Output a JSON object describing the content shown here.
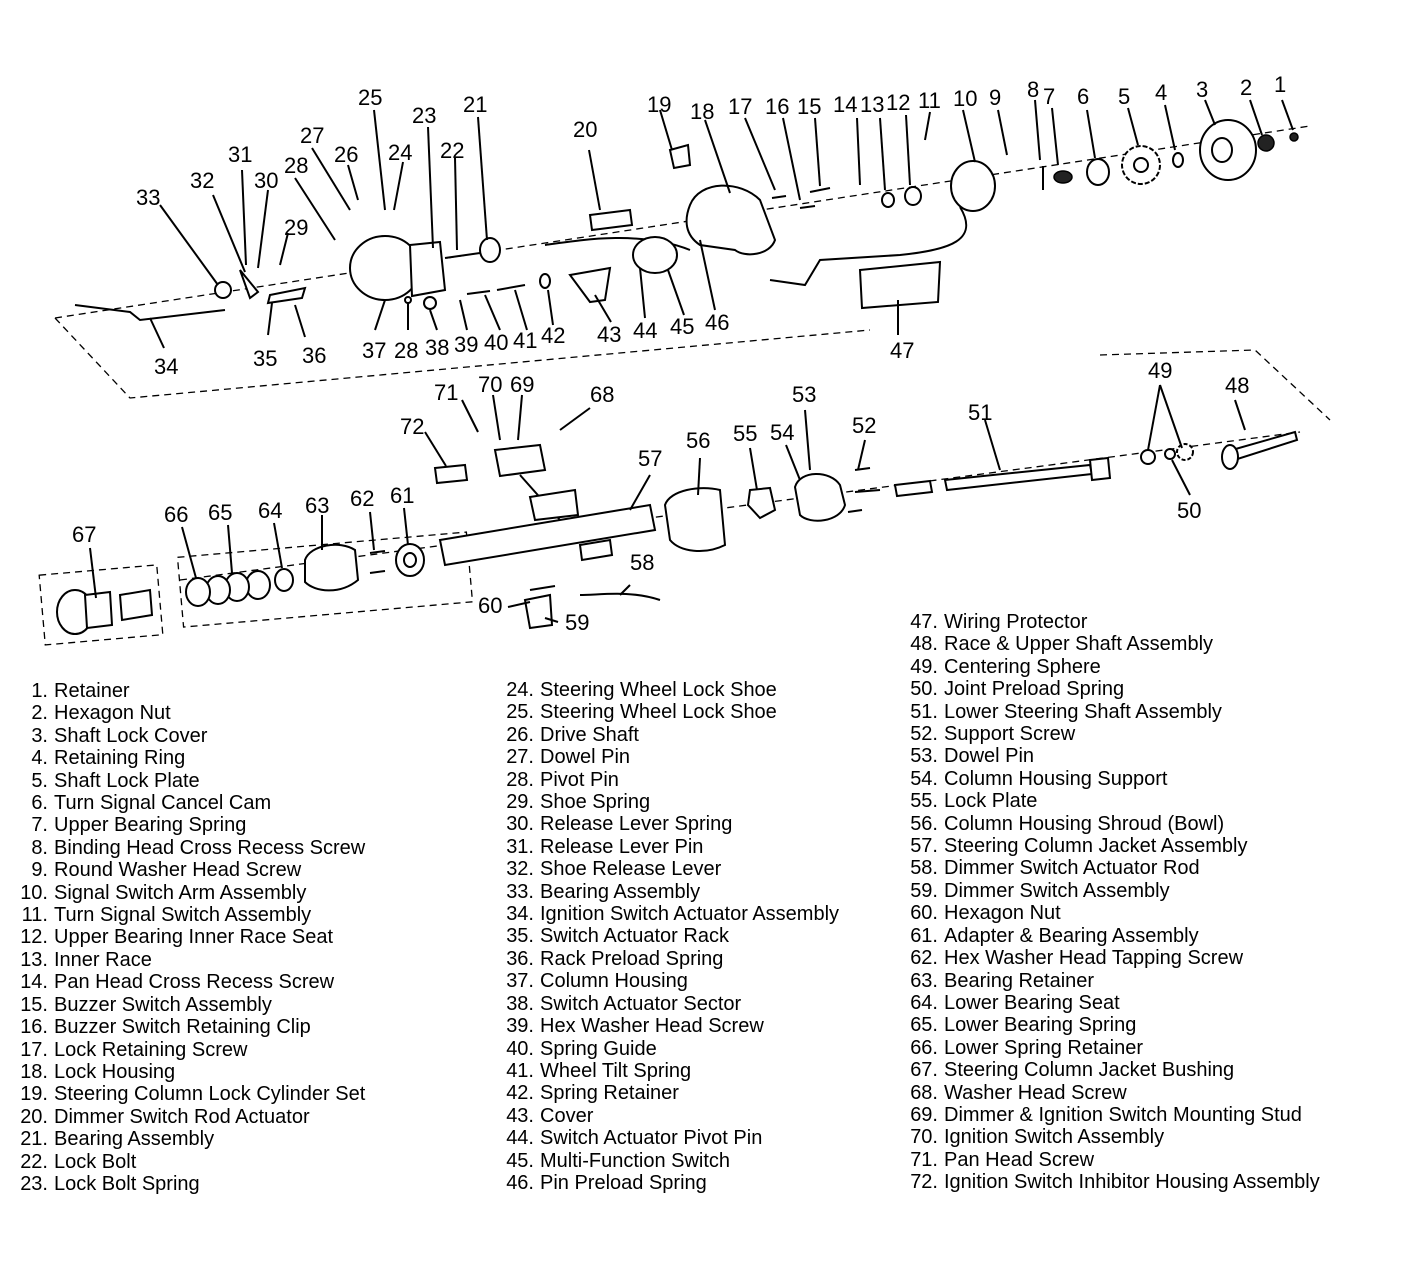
{
  "diagram": {
    "callouts": [
      "1",
      "2",
      "3",
      "4",
      "5",
      "6",
      "7",
      "8",
      "9",
      "10",
      "11",
      "12",
      "13",
      "14",
      "15",
      "16",
      "17",
      "18",
      "19",
      "20",
      "21",
      "22",
      "23",
      "24",
      "25",
      "26",
      "27",
      "28",
      "29",
      "30",
      "31",
      "32",
      "33",
      "34",
      "35",
      "36",
      "37",
      "28",
      "38",
      "39",
      "40",
      "41",
      "42",
      "43",
      "44",
      "45",
      "46",
      "47",
      "48",
      "49",
      "50",
      "51",
      "52",
      "53",
      "54",
      "55",
      "56",
      "57",
      "58",
      "59",
      "60",
      "61",
      "62",
      "63",
      "64",
      "65",
      "66",
      "67",
      "68",
      "69",
      "70",
      "71",
      "72"
    ]
  },
  "legend": [
    [
      {
        "num": "1.",
        "label": "Retainer"
      },
      {
        "num": "2.",
        "label": "Hexagon Nut"
      },
      {
        "num": "3.",
        "label": "Shaft Lock Cover"
      },
      {
        "num": "4.",
        "label": "Retaining Ring"
      },
      {
        "num": "5.",
        "label": "Shaft Lock Plate"
      },
      {
        "num": "6.",
        "label": "Turn Signal Cancel Cam"
      },
      {
        "num": "7.",
        "label": "Upper Bearing Spring"
      },
      {
        "num": "8.",
        "label": "Binding Head Cross Recess Screw"
      },
      {
        "num": "9.",
        "label": "Round Washer Head Screw"
      },
      {
        "num": "10.",
        "label": "Signal Switch Arm Assembly"
      },
      {
        "num": "11.",
        "label": "Turn Signal Switch Assembly"
      },
      {
        "num": "12.",
        "label": "Upper Bearing Inner Race Seat"
      },
      {
        "num": "13.",
        "label": "Inner Race"
      },
      {
        "num": "14.",
        "label": "Pan Head Cross Recess Screw"
      },
      {
        "num": "15.",
        "label": "Buzzer Switch Assembly"
      },
      {
        "num": "16.",
        "label": "Buzzer Switch Retaining Clip"
      },
      {
        "num": "17.",
        "label": "Lock Retaining Screw"
      },
      {
        "num": "18.",
        "label": "Lock Housing"
      },
      {
        "num": "19.",
        "label": "Steering Column Lock Cylinder Set"
      },
      {
        "num": "20.",
        "label": "Dimmer Switch Rod Actuator"
      },
      {
        "num": "21.",
        "label": "Bearing Assembly"
      },
      {
        "num": "22.",
        "label": "Lock Bolt"
      },
      {
        "num": "23.",
        "label": "Lock Bolt Spring"
      }
    ],
    [
      {
        "num": "24.",
        "label": "Steering Wheel Lock Shoe"
      },
      {
        "num": "25.",
        "label": "Steering Wheel Lock Shoe"
      },
      {
        "num": "26.",
        "label": "Drive Shaft"
      },
      {
        "num": "27.",
        "label": "Dowel Pin"
      },
      {
        "num": "28.",
        "label": "Pivot Pin"
      },
      {
        "num": "29.",
        "label": "Shoe Spring"
      },
      {
        "num": "30.",
        "label": "Release Lever Spring"
      },
      {
        "num": "31.",
        "label": "Release Lever Pin"
      },
      {
        "num": "32.",
        "label": "Shoe Release Lever"
      },
      {
        "num": "33.",
        "label": "Bearing Assembly"
      },
      {
        "num": "34.",
        "label": "Ignition Switch Actuator Assembly"
      },
      {
        "num": "35.",
        "label": "Switch Actuator Rack"
      },
      {
        "num": "36.",
        "label": "Rack Preload Spring"
      },
      {
        "num": "37.",
        "label": "Column Housing"
      },
      {
        "num": "38.",
        "label": "Switch Actuator Sector"
      },
      {
        "num": "39.",
        "label": "Hex Washer Head Screw"
      },
      {
        "num": "40.",
        "label": "Spring Guide"
      },
      {
        "num": "41.",
        "label": "Wheel Tilt Spring"
      },
      {
        "num": "42.",
        "label": "Spring Retainer"
      },
      {
        "num": "43.",
        "label": "Cover"
      },
      {
        "num": "44.",
        "label": "Switch Actuator Pivot Pin"
      },
      {
        "num": "45.",
        "label": "Multi-Function Switch"
      },
      {
        "num": "46.",
        "label": "Pin Preload Spring"
      }
    ],
    [
      {
        "num": "47.",
        "label": "Wiring Protector"
      },
      {
        "num": "48.",
        "label": "Race & Upper Shaft Assembly"
      },
      {
        "num": "49.",
        "label": "Centering Sphere"
      },
      {
        "num": "50.",
        "label": "Joint Preload Spring"
      },
      {
        "num": "51.",
        "label": "Lower Steering Shaft Assembly"
      },
      {
        "num": "52.",
        "label": "Support Screw"
      },
      {
        "num": "53.",
        "label": "Dowel Pin"
      },
      {
        "num": "54.",
        "label": "Column Housing Support"
      },
      {
        "num": "55.",
        "label": "Lock Plate"
      },
      {
        "num": "56.",
        "label": "Column Housing Shroud (Bowl)"
      },
      {
        "num": "57.",
        "label": "Steering Column Jacket Assembly"
      },
      {
        "num": "58.",
        "label": "Dimmer Switch Actuator Rod"
      },
      {
        "num": "59.",
        "label": "Dimmer Switch Assembly"
      },
      {
        "num": "60.",
        "label": "Hexagon Nut"
      },
      {
        "num": "61.",
        "label": "Adapter & Bearing Assembly"
      },
      {
        "num": "62.",
        "label": "Hex Washer Head Tapping Screw"
      },
      {
        "num": "63.",
        "label": "Bearing Retainer"
      },
      {
        "num": "64.",
        "label": "Lower Bearing Seat"
      },
      {
        "num": "65.",
        "label": "Lower Bearing Spring"
      },
      {
        "num": "66.",
        "label": "Lower Spring Retainer"
      },
      {
        "num": "67.",
        "label": "Steering Column Jacket Bushing"
      },
      {
        "num": "68.",
        "label": "Washer Head Screw"
      },
      {
        "num": "69.",
        "label": "Dimmer & Ignition Switch Mounting Stud"
      },
      {
        "num": "70.",
        "label": "Ignition Switch Assembly"
      },
      {
        "num": "71.",
        "label": "Pan Head Screw"
      },
      {
        "num": "72.",
        "label": "Ignition Switch Inhibitor Housing Assembly"
      }
    ]
  ]
}
